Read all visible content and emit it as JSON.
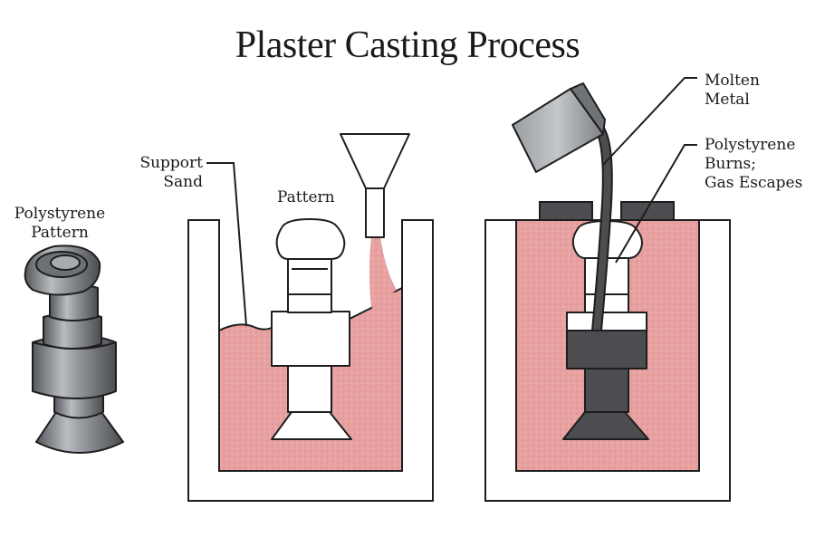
{
  "title": "Plaster Casting Process",
  "labels": {
    "polystyrene_pattern": [
      "Polystyrene",
      "Pattern"
    ],
    "support_sand": [
      "Support",
      "Sand"
    ],
    "pattern": "Pattern",
    "molten_metal": [
      "Molten",
      "Metal"
    ],
    "polystyrene_burns": [
      "Polystyrene",
      "Burns;",
      "Gas Escapes"
    ]
  },
  "colors": {
    "sand": "#e9a2a2",
    "sand_speckle": "#c87c7c",
    "metal_dark": "#4b4d50",
    "metal_mid": "#8d9095",
    "outline": "#1e1e1e"
  }
}
